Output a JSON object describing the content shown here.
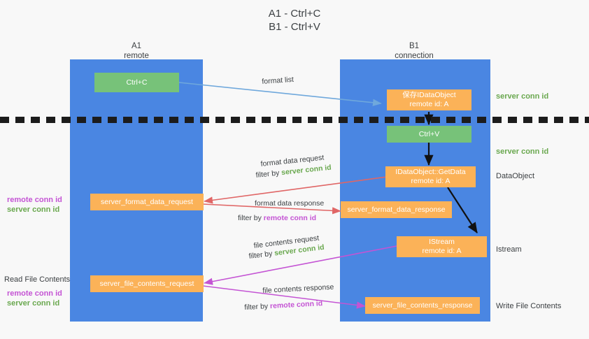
{
  "title": {
    "line1": "A1 - Ctrl+C",
    "line2": "B1 - Ctrl+V"
  },
  "columns": [
    {
      "name": "A1",
      "subtitle": "remote"
    },
    {
      "name": "B1",
      "subtitle": "connection"
    }
  ],
  "nodes": {
    "ctrl_c": {
      "label": "Ctrl+C"
    },
    "save_dataobject": {
      "line1": "保存IDataObject",
      "line2": "remote id: A"
    },
    "ctrl_v": {
      "label": "Ctrl+V"
    },
    "getdata": {
      "line1": "IDataObject::GetData",
      "line2": "remote id: A"
    },
    "istream": {
      "line1": "IStream",
      "line2": "remote id: A"
    },
    "server_format_data_request": {
      "label": "server_format_data_request"
    },
    "server_format_data_response": {
      "label": "server_format_data_response"
    },
    "server_file_contents_request": {
      "label": "server_file_contents_request"
    },
    "server_file_contents_response": {
      "label": "server_file_contents_response"
    }
  },
  "edge_labels": {
    "format_list": "format list",
    "format_data_request": "format data request",
    "format_data_request_filter_prefix": "filter by ",
    "format_data_request_filter_value": "server conn id",
    "format_data_response": "format data response",
    "format_data_response_filter_prefix": "filter by ",
    "format_data_response_filter_value": "remote conn id",
    "file_contents_request": "file contents request",
    "file_contents_request_filter_prefix": "filter by ",
    "file_contents_request_filter_value": "server conn id",
    "file_contents_response": "file contents response",
    "file_contents_response_filter_prefix": "filter by ",
    "file_contents_response_filter_value": "remote conn id"
  },
  "annotations": {
    "right_server_conn_id_top": "server conn id",
    "right_server_conn_id_mid": "server conn id",
    "right_dataobject": "DataObject",
    "right_istream": "Istream",
    "right_write_file_contents": "Write File Contents",
    "left_remote_conn_id_1": "remote conn id",
    "left_server_conn_id_1": "server conn id",
    "left_read_file_contents": "Read File Contents",
    "left_remote_conn_id_2": "remote conn id",
    "left_server_conn_id_2": "server conn id"
  },
  "colors": {
    "lane": "#4a86e2",
    "green_node": "#77c279",
    "orange_node": "#fbb258",
    "server_conn_id": "#6aa84f",
    "remote_conn_id": "#c454d4",
    "arrow_blue": "#6fa8dc",
    "arrow_red": "#e06666",
    "arrow_magenta": "#c454d4",
    "arrow_black": "#000000",
    "background": "#f8f8f8"
  }
}
